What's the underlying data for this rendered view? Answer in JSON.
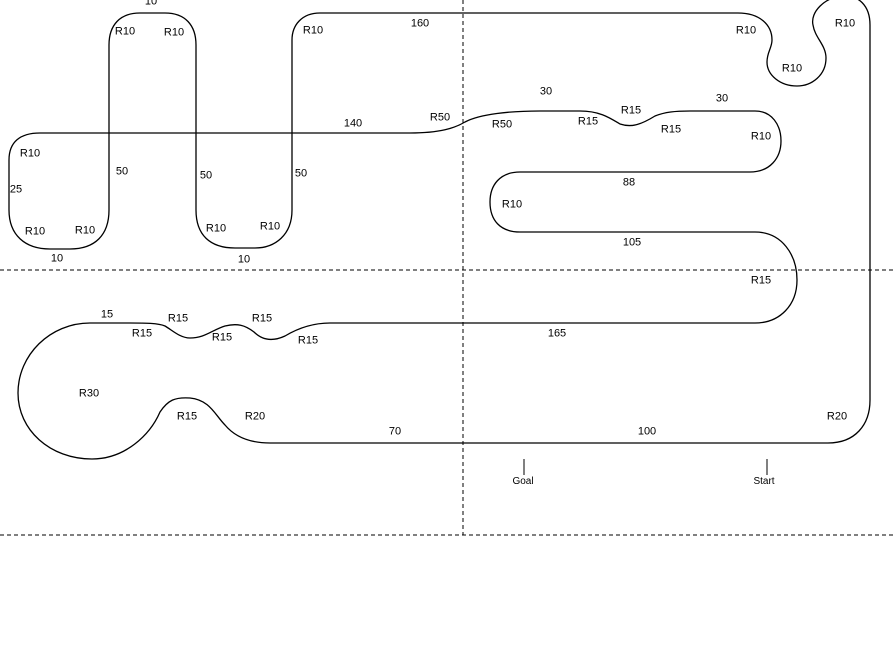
{
  "diagram_title": "",
  "colors": {
    "track": "#000000",
    "guide": "#000000",
    "background": "#ffffff"
  },
  "labels": {
    "top_straight_left": "10",
    "r_a": "R10",
    "r_b": "R10",
    "r_c": "R10",
    "top_long": "160",
    "r_d": "R10",
    "r_e": "R10",
    "r_f": "R10",
    "mid_long": "140",
    "r50_a": "R50",
    "r50_b": "R50",
    "s30_a": "30",
    "r15_a": "R15",
    "r15_b": "R15",
    "r15_c": "R15",
    "s30_b": "30",
    "r_g": "R10",
    "s88": "88",
    "r_h": "R10",
    "s105": "105",
    "r15_d": "R15",
    "r_i": "R10",
    "s25": "25",
    "s50_a": "50",
    "s50_b": "50",
    "s50_c": "50",
    "r_j": "R10",
    "r_k": "R10",
    "r_l": "R10",
    "r_m": "R10",
    "s10_a": "10",
    "s10_b": "10",
    "s15": "15",
    "r15_e": "R15",
    "r15_f": "R15",
    "r15_g": "R15",
    "r15_h": "R15",
    "r15_i": "R15",
    "s165": "165",
    "r30": "R30",
    "r15_j": "R15",
    "r20_a": "R20",
    "s70": "70",
    "s100": "100",
    "r20_b": "R20"
  },
  "markers": {
    "goal": "Goal",
    "start": "Start"
  }
}
